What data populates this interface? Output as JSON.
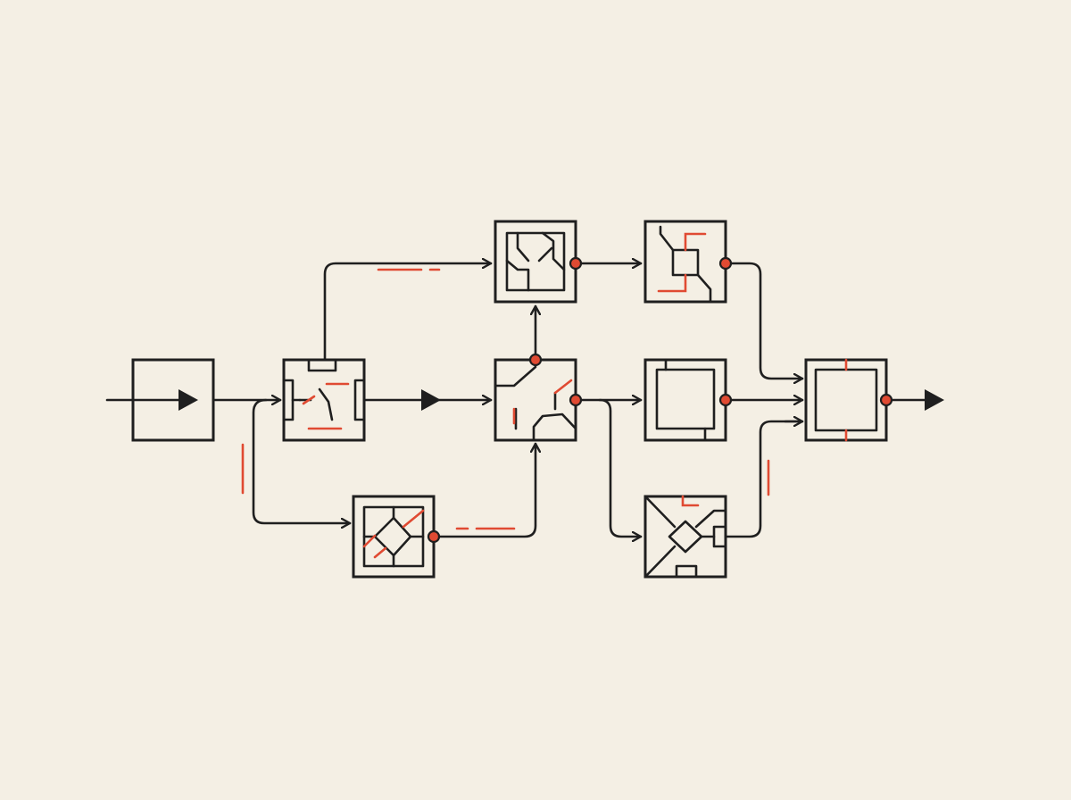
{
  "diagram": {
    "colors": {
      "background": "#f4efe4",
      "ink": "#1f1f1f",
      "accent": "#e04a32"
    },
    "nodes": [
      {
        "id": "input",
        "kind": "through-arrow"
      },
      {
        "id": "splitter",
        "kind": "switch"
      },
      {
        "id": "router",
        "kind": "branching-junction",
        "port_marker": true
      },
      {
        "id": "lower-left",
        "kind": "diamond-core",
        "port_marker": true
      },
      {
        "id": "upper-mid",
        "kind": "stepped-path",
        "port_marker": true
      },
      {
        "id": "upper-right",
        "kind": "square-core",
        "port_marker": true
      },
      {
        "id": "middle-right",
        "kind": "inner-frame",
        "port_marker": true
      },
      {
        "id": "lower-right",
        "kind": "x-diamond-core"
      },
      {
        "id": "output",
        "kind": "merger",
        "port_marker": true
      }
    ],
    "edges": [
      {
        "from": "input",
        "to": "splitter"
      },
      {
        "from": "splitter",
        "to": "upper-mid"
      },
      {
        "from": "splitter",
        "to": "router"
      },
      {
        "from": "splitter",
        "to": "lower-left"
      },
      {
        "from": "lower-left",
        "to": "router"
      },
      {
        "from": "router",
        "to": "upper-mid"
      },
      {
        "from": "router",
        "to": "middle-right"
      },
      {
        "from": "router",
        "to": "lower-right"
      },
      {
        "from": "upper-mid",
        "to": "upper-right"
      },
      {
        "from": "upper-right",
        "to": "output"
      },
      {
        "from": "middle-right",
        "to": "output"
      },
      {
        "from": "lower-right",
        "to": "output"
      }
    ]
  }
}
